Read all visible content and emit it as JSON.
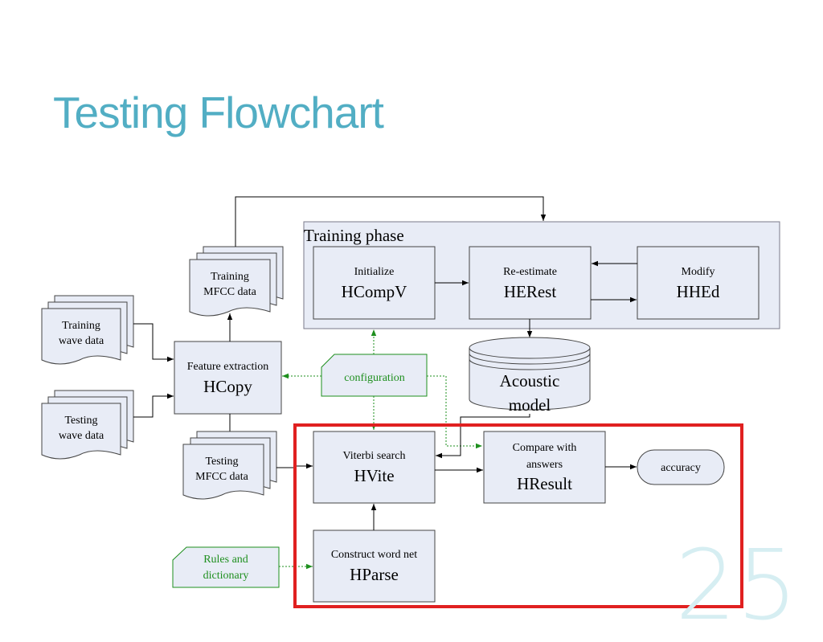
{
  "slide": {
    "title": "Testing Flowchart",
    "page_number": "25"
  },
  "diagram": {
    "training_phase_label": "Training phase",
    "initialize": {
      "line1": "Initialize",
      "line2": "HCompV"
    },
    "reestimate": {
      "line1": "Re-estimate",
      "line2": "HERest"
    },
    "modify": {
      "line1": "Modify",
      "line2": "HHEd"
    },
    "feature_extraction": {
      "line1": "Feature extraction",
      "line2": "HCopy"
    },
    "viterbi": {
      "line1": "Viterbi search",
      "line2": "HVite"
    },
    "compare": {
      "line1": "Compare with",
      "line2": "answers",
      "line3": "HResult"
    },
    "construct": {
      "line1": "Construct word net",
      "line2": "HParse"
    },
    "accuracy": "accuracy",
    "training_mfcc": {
      "line1": "Training",
      "line2": "MFCC data"
    },
    "testing_mfcc": {
      "line1": "Testing",
      "line2": "MFCC data"
    },
    "training_wave": {
      "line1": "Training",
      "line2": "wave data"
    },
    "testing_wave": {
      "line1": "Testing",
      "line2": "wave data"
    },
    "configuration": "configuration",
    "rules": {
      "line1": "Rules and",
      "line2": "dictionary"
    },
    "acoustic_model": {
      "line1": "Acoustic",
      "line2": "model"
    }
  },
  "colors": {
    "title": "#52aec4",
    "box_fill": "#e8ecf6",
    "data_edge": "#1e8f1e",
    "highlight": "#e02020",
    "page_number": "#d6eef2"
  }
}
